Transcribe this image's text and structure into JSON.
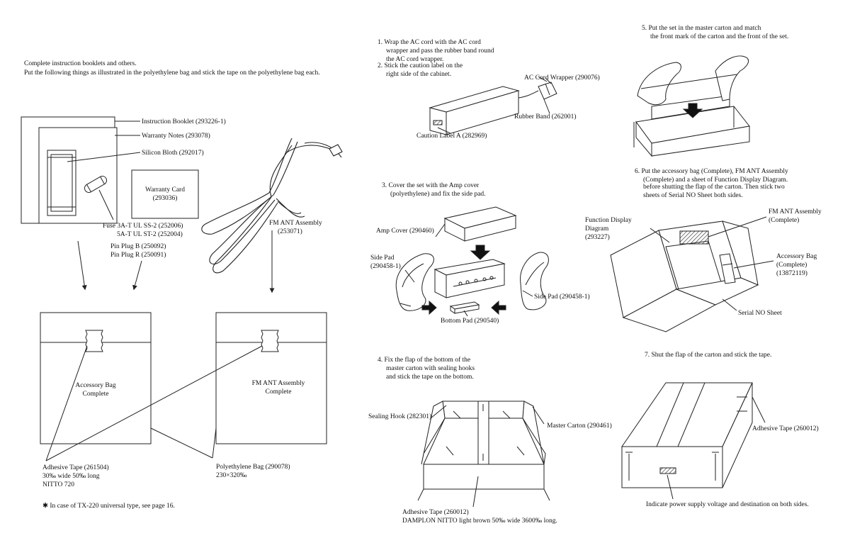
{
  "left": {
    "intro_1": "Complete instruction booklets and others.",
    "intro_2": "Put the following things as illustrated in the polyethylene bag and stick the tape on the polyethylene bag each.",
    "instruction_booklet": "Instruction Booklet (293226-1)",
    "warranty_notes": "Warranty Notes (293078)",
    "silicon_bloth": "Silicon Bloth (292017)",
    "warranty_card_1": "Warranty Card",
    "warranty_card_2": "(293036)",
    "fuse_1": "Fuse 3A-T UL SS-2 (252006)",
    "fuse_2": "5A-T UL ST-2 (252004)",
    "pin_plug_b": "Pin Plug B (250092)",
    "pin_plug_r": "Pin Plug R (250091)",
    "fm_ant_1": "FM ANT Assembly",
    "fm_ant_2": "(253071)",
    "bag1_1": "Accessory Bag",
    "bag1_2": "Complete",
    "bag2_1": "FM ANT Assembly",
    "bag2_2": "Complete",
    "adh_tape_1": "Adhesive Tape (261504)",
    "adh_tape_2": "30‰ wide 50‰ long",
    "adh_tape_3": "NITTO 720",
    "poly_bag_1": "Polyethylene Bag (290078)",
    "poly_bag_2": "230×320‰",
    "footnote": "✱ In case of TX-220 universal type, see page 16."
  },
  "middle": {
    "step1_1": "1. Wrap the AC cord with the AC cord",
    "step1_2": "wrapper and pass the rubber band round",
    "step1_3": "the AC cord wrapper.",
    "step2_1": "2. Stick the caution label on the",
    "step2_2": "right side of the cabinet.",
    "ac_cord_wrapper": "AC Cord Wrapper (290076)",
    "rubber_band": "Rubber Band (262001)",
    "caution_label": "Caution Label A (282969)",
    "step3_1": "3. Cover the set with the Amp cover",
    "step3_2": "(polyethylene) and fix the side pad.",
    "amp_cover": "Amp Cover (290460)",
    "side_pad_l_1": "Side Pad",
    "side_pad_l_2": "(290458-1)",
    "side_pad_r": "Side Pad (290458-1)",
    "bottom_pad": "Bottom Pad (290540)",
    "step4_1": "4. Fix the flap of the bottom of the",
    "step4_2": "master carton with sealing hooks",
    "step4_3": "and stick the tape on the bottom.",
    "sealing_hook": "Sealing Hook (282301)",
    "master_carton": "Master Carton (290461)",
    "adh_tape_1": "Adhesive Tape (260012)",
    "adh_tape_2": "DAMPLON NITTO light brown 50‰ wide 3600‰ long."
  },
  "right": {
    "step5_1": "5. Put the set in the master carton and match",
    "step5_2": "the front mark of the carton and the front of the set.",
    "step6_1": "6. Put the accessory bag (Complete), FM ANT Assembly",
    "step6_2": "(Complete) and a sheet of Function Display Diagram.",
    "step6_3": "before shutting the flap of the carton. Then stick two",
    "step6_4": "sheets of Serial NO Sheet both sides.",
    "func_1": "Function Display",
    "func_2": "Diagram",
    "func_3": "(293227)",
    "fm_ant_1": "FM ANT Assembly",
    "fm_ant_2": "(Complete)",
    "acc_bag_1": "Accessory Bag",
    "acc_bag_2": "(Complete)",
    "acc_bag_3": "(13872119)",
    "serial_no": "Serial NO Sheet",
    "step7": "7. Shut the flap of the carton and stick the tape.",
    "adh_tape": "Adhesive Tape (260012)",
    "indicate": "Indicate power supply voltage and destination on both sides."
  }
}
